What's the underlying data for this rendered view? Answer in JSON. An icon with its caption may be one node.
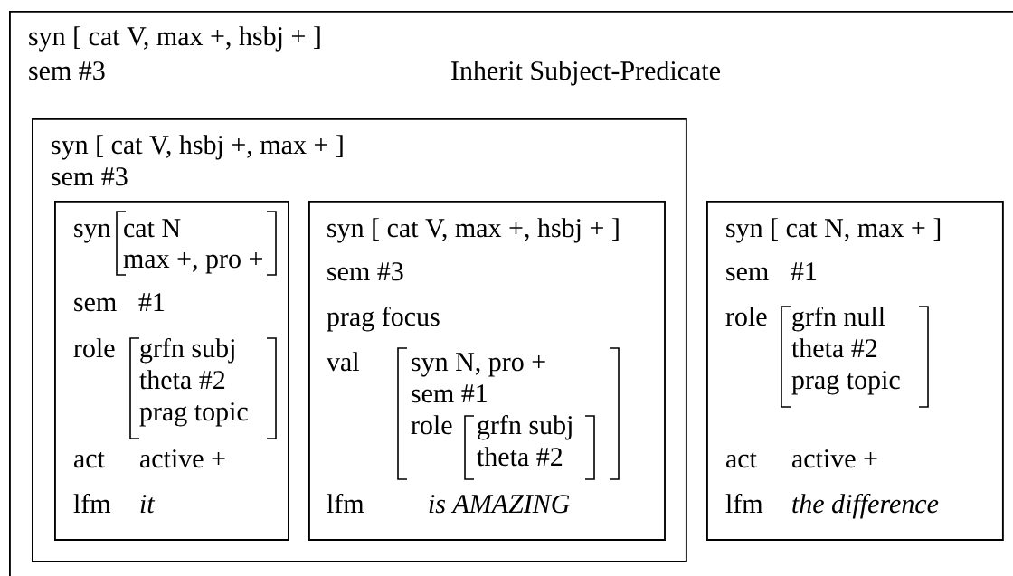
{
  "diagram": {
    "nodes": [
      {
        "text": [
          "syn [ cat V, max +, hsbj + ]",
          "sem #3",
          "Inherit Subject-Predicate"
        ]
      },
      {
        "text": [
          "syn [ cat V, hsbj +, max + ]",
          "sem #3"
        ],
        "in": 0
      },
      {
        "text": [
          "syn",
          "cat N",
          "max +, pro +",
          "sem",
          "#1",
          "role",
          "grfn subj",
          "theta #2",
          "prag topic",
          "act",
          "active +",
          "lfm",
          "it"
        ],
        "in": 1
      },
      {
        "text": [
          "syn [ cat V, max +, hsbj + ]",
          "sem #3",
          "prag focus",
          "val",
          "syn N, pro +",
          "sem #1",
          "role",
          "grfn subj",
          "theta #2",
          "lfm",
          "is AMAZING"
        ],
        "in": 1
      },
      {
        "text": [
          "syn [ cat N, max + ]",
          "sem",
          "#1",
          "role",
          "grfn null",
          "theta #2",
          "prag topic",
          "act",
          "active +",
          "lfm",
          "the difference"
        ],
        "in": 0
      }
    ]
  }
}
